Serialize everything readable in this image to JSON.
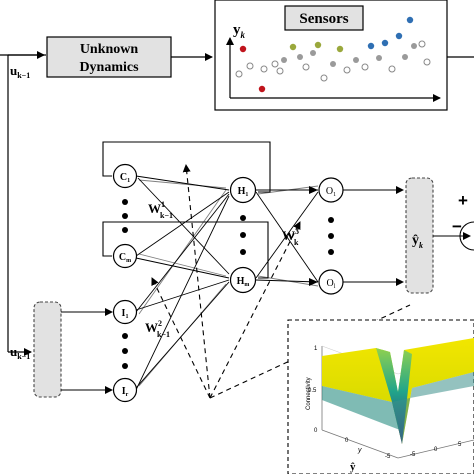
{
  "blocks": {
    "unknown_dynamics": {
      "line1": "Unknown",
      "line2": "Dynamics"
    },
    "sensors": {
      "title": "Sensors",
      "output_label": "y",
      "output_sub": "k"
    }
  },
  "signals": {
    "input_top": {
      "main": "u",
      "sub": "k−1"
    },
    "input_bottom": {
      "main": "u",
      "sub": "k−1"
    },
    "estimate": {
      "main": "ŷ",
      "sub": "k"
    },
    "plus_sign": "+",
    "minus_sign": "−"
  },
  "network": {
    "context_nodes": [
      {
        "main": "C",
        "sub": "1"
      },
      {
        "main": "C",
        "sub": "m"
      }
    ],
    "input_nodes": [
      {
        "main": "I",
        "sub": "1"
      },
      {
        "main": "I",
        "sub": "r"
      }
    ],
    "hidden_nodes": [
      {
        "main": "H",
        "sub": "1"
      },
      {
        "main": "H",
        "sub": "m"
      }
    ],
    "output_nodes": [
      {
        "main": "O",
        "sub": "1"
      },
      {
        "main": "O",
        "sub": "l"
      }
    ],
    "weights": {
      "w1": {
        "main": "W",
        "sup": "1",
        "sub": "k−1"
      },
      "w2": {
        "main": "W",
        "sup": "2",
        "sub": "k−1"
      },
      "w3": {
        "main": "W",
        "sup": "3",
        "sub": "k"
      }
    }
  },
  "inset_plot": {
    "zlabel": "Connectivity",
    "xlabel": "y",
    "ylabel": "ŷ",
    "z_ticks": [
      "1",
      "0.5",
      "0"
    ],
    "x_ticks": [
      "0",
      "-5",
      "-5",
      "0",
      "5"
    ]
  },
  "colors": {
    "sensor_dots": [
      "#c0141c",
      "#9aa83c",
      "#2f6fb3",
      "#2f6fb3",
      "#2f6fb3",
      "#9a9a9a"
    ],
    "surface_yellow": "#f2e600",
    "surface_teal": "#1f9e8a"
  }
}
